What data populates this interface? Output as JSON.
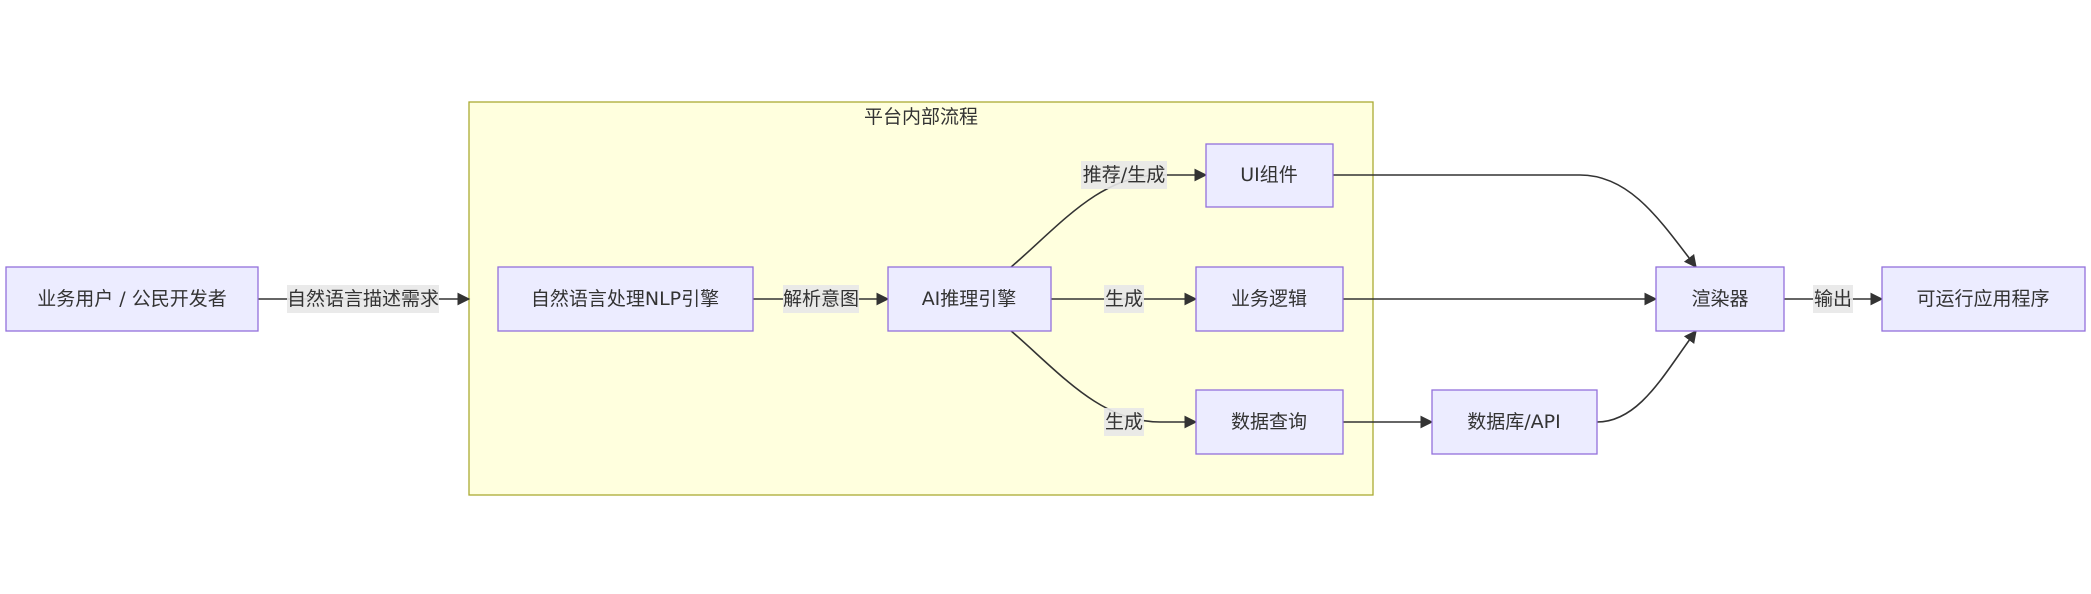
{
  "cluster": {
    "title": "平台内部流程"
  },
  "nodes": {
    "user": "业务用户 / 公民开发者",
    "nlp": "自然语言处理NLP引擎",
    "ai": "AI推理引擎",
    "ui": "UI组件",
    "logic": "业务逻辑",
    "query": "数据查询",
    "db": "数据库/API",
    "renderer": "渲染器",
    "app": "可运行应用程序"
  },
  "edges": {
    "user_to_platform": "自然语言描述需求",
    "nlp_to_ai": "解析意图",
    "ai_to_ui": "推荐/生成",
    "ai_to_logic": "生成",
    "ai_to_query": "生成",
    "renderer_to_app": "输出"
  },
  "colors": {
    "node_fill": "#ececff",
    "node_stroke": "#9370db",
    "cluster_fill": "#ffffde",
    "cluster_stroke": "#aaaa33",
    "edge": "#333333"
  }
}
